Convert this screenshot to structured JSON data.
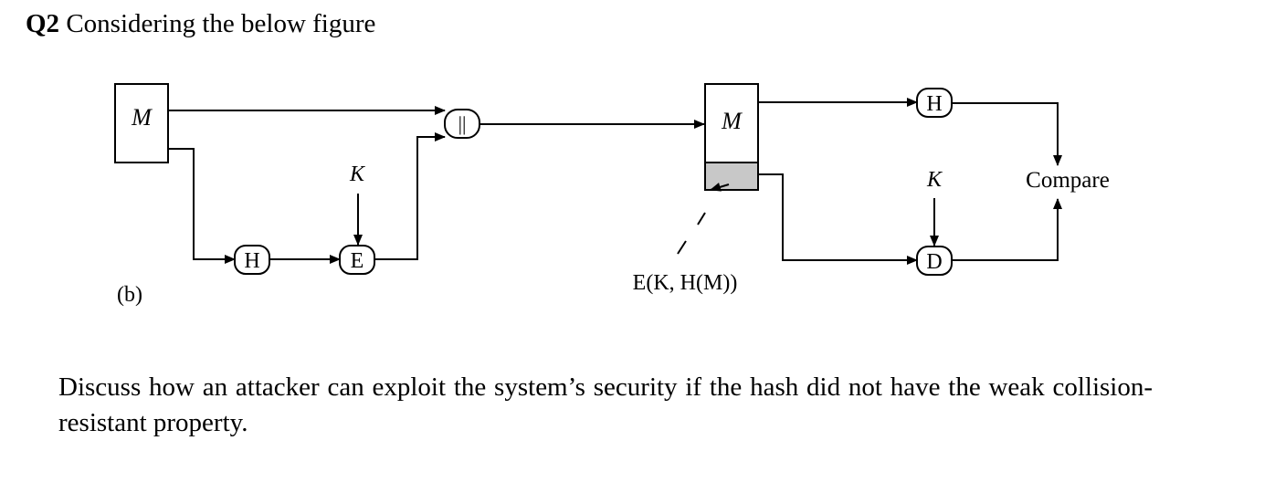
{
  "question": {
    "number": "Q2",
    "title": "Considering the below figure",
    "body": "Discuss how an attacker can exploit the system’s security if the hash did not have the weak collision-resistant property."
  },
  "diagram": {
    "sender_message_label": "M",
    "key_label": "K",
    "hash_node": "H",
    "encrypt_node": "E",
    "concat_node": "||",
    "subfigure_label": "(b)",
    "receiver_message_label": "M",
    "encrypted_hash_label": "E(K, H(M))",
    "receiver_hash_node": "H",
    "receiver_key_label": "K",
    "decrypt_node": "D",
    "compare_label": "Compare"
  }
}
